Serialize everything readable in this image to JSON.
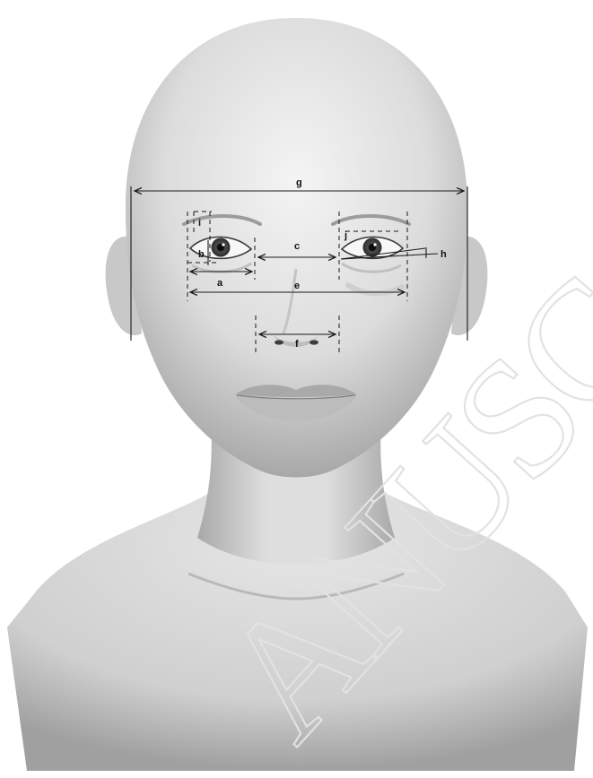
{
  "figure": {
    "subject": "head-model-front-view",
    "watermark": "ANUSC"
  },
  "labels": {
    "a": "a",
    "b": "b",
    "c": "c",
    "e": "e",
    "f": "f",
    "g": "g",
    "h": "h",
    "i": "i",
    "j": "j"
  },
  "colors": {
    "background": "#ffffff",
    "skin_light": "#f2f2f2",
    "skin_mid": "#d0d0d0",
    "skin_shadow": "#9a9a9a",
    "annotation": "#1a1a1a",
    "watermark": "#e2e2e2"
  }
}
